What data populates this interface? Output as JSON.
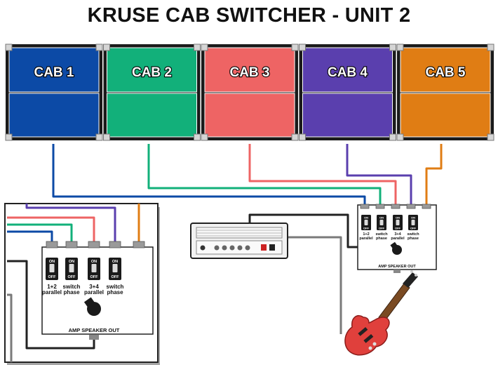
{
  "title": "KRUSE CAB SWITCHER - UNIT 2",
  "cabs": [
    {
      "label": "CAB 1",
      "color": "#0c4aa6"
    },
    {
      "label": "CAB 2",
      "color": "#12b07a"
    },
    {
      "label": "CAB 3",
      "color": "#ee6464"
    },
    {
      "label": "CAB 4",
      "color": "#5a3fae"
    },
    {
      "label": "CAB 5",
      "color": "#e07d14"
    }
  ],
  "switcher": {
    "toggles": [
      "ON",
      "OFF"
    ],
    "switch_labels": [
      {
        "line1": "1+2",
        "line2": "parallel"
      },
      {
        "line1": "switch",
        "line2": "phase"
      },
      {
        "line1": "3+4",
        "line2": "parallel"
      },
      {
        "line1": "switch",
        "line2": "phase"
      }
    ],
    "output_label": "AMP SPEAKER OUT"
  },
  "colors": {
    "cable_black": "#222222",
    "cable_gray": "#7a7a7a",
    "cab_frame": "#1a1a1a",
    "corner": "#d5d5d5"
  }
}
